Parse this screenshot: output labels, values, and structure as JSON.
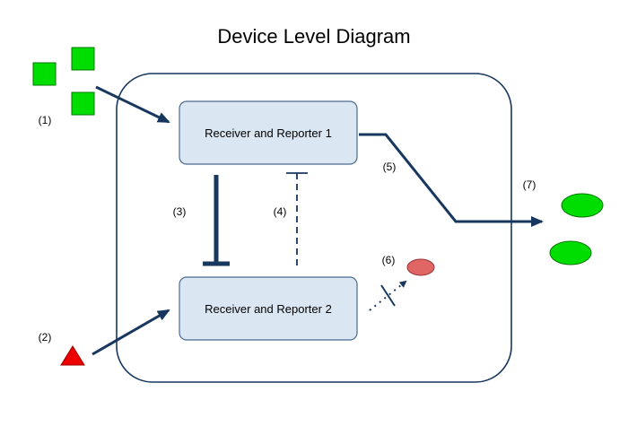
{
  "title": "Device Level Diagram",
  "boxes": {
    "box1": {
      "label": "Receiver and Reporter 1"
    },
    "box2": {
      "label": "Receiver and Reporter 2"
    }
  },
  "labels": {
    "l1": "(1)",
    "l2": "(2)",
    "l3": "(3)",
    "l4": "(4)",
    "l5": "(5)",
    "l6": "(6)",
    "l7": "(7)"
  },
  "colors": {
    "arrow": "#17375e",
    "box_fill": "#dbe6f3",
    "box_stroke": "#4a6a8f",
    "device_stroke": "#17375e",
    "input_square": "#00dd00",
    "input_triangle": "#ee0000",
    "output_oval": "#00dd00",
    "blocked_oval": "#e06666"
  }
}
